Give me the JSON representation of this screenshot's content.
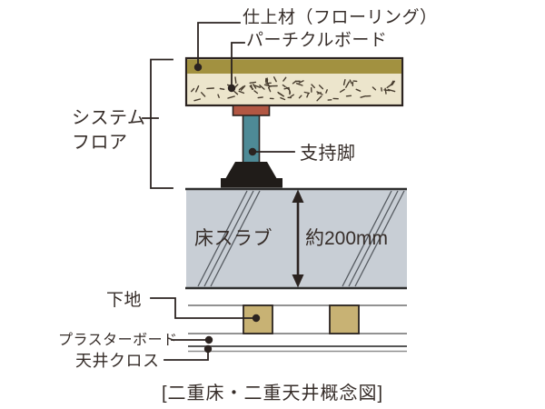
{
  "diagram": {
    "caption": "[二重床・二重天井概念図]",
    "labels": {
      "finish_material": "仕上材（フローリング）",
      "particle_board": "パーチクルボード",
      "system_floor": "システム\nフロア",
      "support_leg": "支持脚",
      "floor_slab": "床スラブ",
      "slab_thickness": "約200mm",
      "base": "下地",
      "plaster_board": "プラスターボード",
      "ceiling_cloth": "天井クロス"
    },
    "colors": {
      "ink": "#2b2320",
      "ink_text": "#362d29",
      "flooring_olive": "#a29140",
      "board_cream": "#ece5cc",
      "speckle": "#473c2e",
      "cap_terracotta": "#b25743",
      "leg_teal": "#4e8a96",
      "base_black": "#201c19",
      "slab_gray": "#c8ced5",
      "slab_line": "#2f2f2f",
      "hatch_gray": "#565b61",
      "furring_tan": "#c8b274",
      "layer_gray": "#6f6f6f",
      "layer_dark": "#3f3f3f",
      "layer_light": "#8f8f8f"
    }
  }
}
